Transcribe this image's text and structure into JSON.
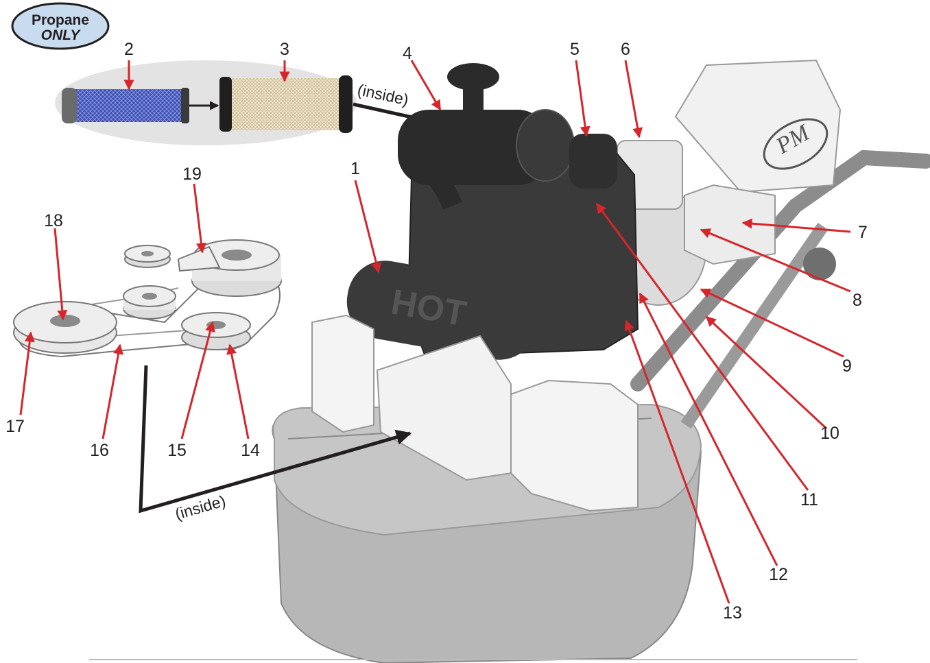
{
  "badge": {
    "line1": "Propane",
    "line2": "ONLY"
  },
  "inside_label_top": "(inside)",
  "inside_label_bottom": "(inside)",
  "muffler_text": "HOT",
  "brand_text": "PM",
  "callouts": [
    "1",
    "2",
    "3",
    "4",
    "5",
    "6",
    "7",
    "8",
    "9",
    "10",
    "11",
    "12",
    "13",
    "14",
    "15",
    "16",
    "17",
    "18",
    "19"
  ],
  "colors": {
    "callout_arrow": "#d6252b",
    "leader": "#231f20",
    "oval_fill": "#e3e3e3",
    "badge_fill": "#c9dcef"
  }
}
